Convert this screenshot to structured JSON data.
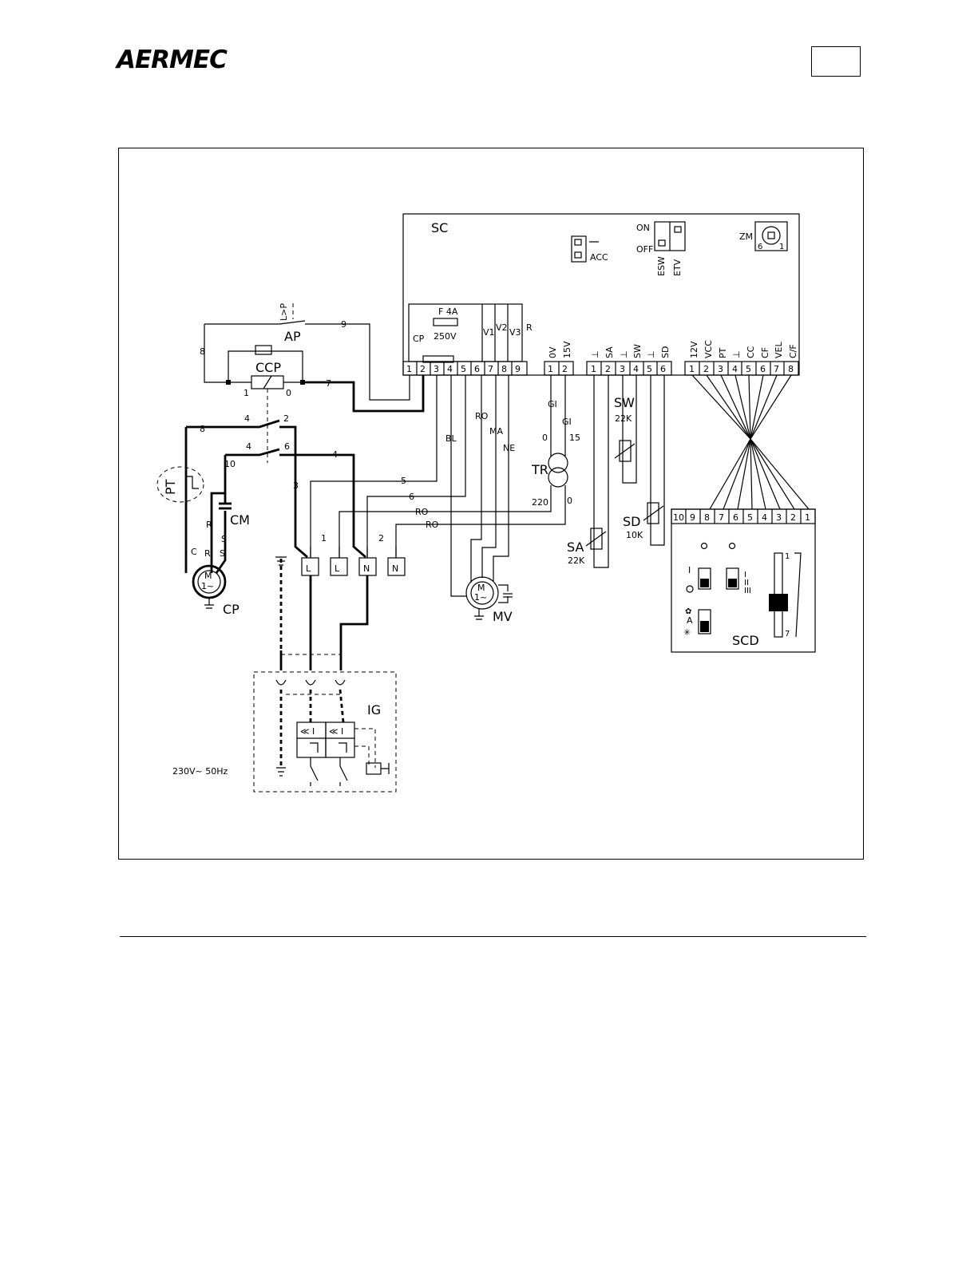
{
  "header": {
    "logo": "AERMEC"
  },
  "diagram": {
    "board_label": "SC",
    "fuse": {
      "label": "F 4A",
      "rating": "250V"
    },
    "acc_label": "ACC",
    "switch": {
      "on": "ON",
      "off": "OFF",
      "esw": "ESW",
      "etv": "ETV"
    },
    "zm": {
      "label": "ZM",
      "min": "6",
      "max": "1"
    },
    "relays": [
      "CP",
      "V1",
      "V2",
      "V3",
      "R"
    ],
    "terminals_main": [
      "1",
      "2",
      "3",
      "4",
      "5",
      "6",
      "7",
      "8",
      "9"
    ],
    "terminals_tr": [
      "1",
      "2"
    ],
    "tr_labels": [
      "0V",
      "15V"
    ],
    "terminals_sensor": [
      "1",
      "2",
      "3",
      "4",
      "5",
      "6"
    ],
    "sensor_labels": [
      "⊥",
      "SA",
      "⊥",
      "SW",
      "⊥",
      "SD"
    ],
    "terminals_scd": [
      "1",
      "2",
      "3",
      "4",
      "5",
      "6",
      "7",
      "8"
    ],
    "scd_labels": [
      "12V",
      "VCC",
      "PT",
      "⊥",
      "CC",
      "CF",
      "VEL",
      "C/F"
    ],
    "ap": {
      "label": "AP",
      "symbol": "L>P"
    },
    "ccp": {
      "label": "CCP",
      "pin1": "1",
      "pin0": "0"
    },
    "wire_numbers": [
      "9",
      "8",
      "7",
      "4",
      "2",
      "8",
      "6",
      "10",
      "4",
      "3",
      "5",
      "6",
      "1",
      "2"
    ],
    "wire_colors": {
      "bl": "BL",
      "ro": "RO",
      "ma": "MA",
      "ne": "NE",
      "gi": "GI"
    },
    "transformer": {
      "label": "TR",
      "in0": "0",
      "in15": "15",
      "out220": "220",
      "out0": "0"
    },
    "pt_label": "PT",
    "cm_label": "CM",
    "cp_motor": {
      "label": "CP",
      "pins": [
        "C",
        "R",
        "S"
      ]
    },
    "mv_label": "MV",
    "motor_symbol": "M",
    "motor_phase": "1~",
    "sw_sensor": {
      "label": "SW",
      "value": "22K"
    },
    "sd_sensor": {
      "label": "SD",
      "value": "10K"
    },
    "sa_sensor": {
      "label": "SA",
      "value": "22K"
    },
    "terminal_block": [
      "L",
      "L",
      "N",
      "N"
    ],
    "scd": {
      "label": "SCD",
      "terminals": [
        "10",
        "9",
        "8",
        "7",
        "6",
        "5",
        "4",
        "3",
        "2",
        "1"
      ],
      "slider_top": "1",
      "slider_bottom": "7",
      "mode_i": "I",
      "mode_a": "A"
    },
    "ig": {
      "label": "IG",
      "supply": "230V~ 50Hz"
    }
  }
}
